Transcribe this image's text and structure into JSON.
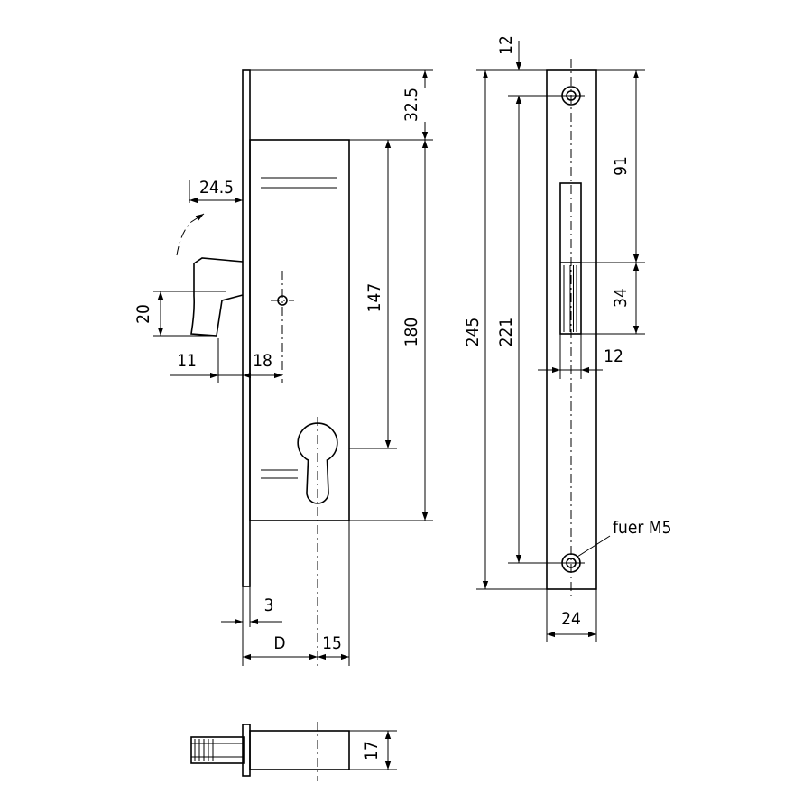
{
  "drawing": {
    "dimensions": {
      "d_32_5": "32.5",
      "d_24_5": "24.5",
      "d_20": "20",
      "d_11": "11",
      "d_18": "18",
      "d_147": "147",
      "d_180": "180",
      "d_3": "3",
      "d_D": "D",
      "d_15": "15",
      "d_12_top": "12",
      "d_245": "245",
      "d_221": "221",
      "d_91": "91",
      "d_34": "34",
      "d_12_bolt": "12",
      "d_24": "24",
      "d_17": "17"
    },
    "notes": {
      "screw": "fuer M5"
    }
  }
}
